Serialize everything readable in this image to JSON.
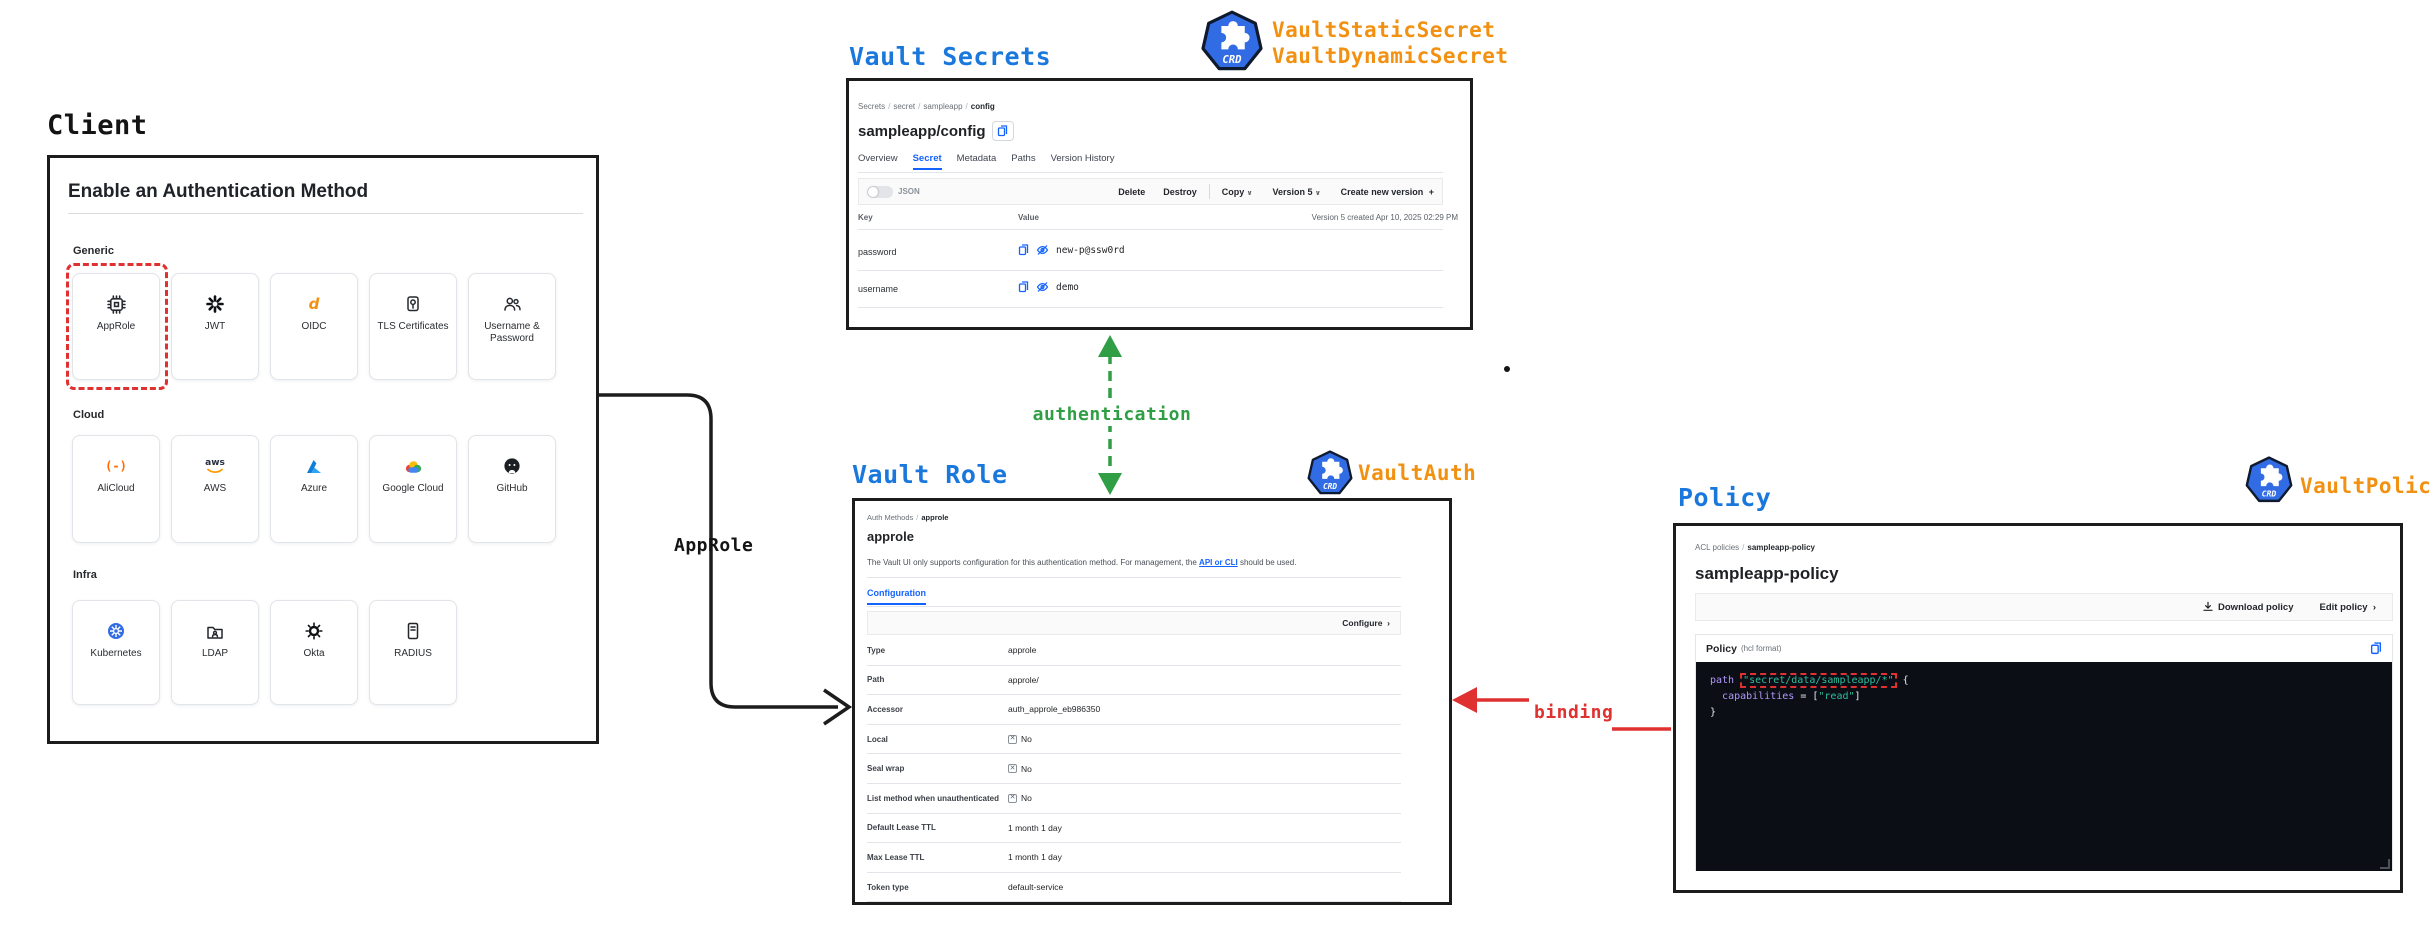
{
  "ui": {
    "slash": "/",
    "chevron_down": "∨",
    "chevron_right": "›",
    "plus": "+"
  },
  "diagram": {
    "client_title": "Client",
    "secrets_title": "Vault Secrets",
    "role_title": "Vault Role",
    "policy_title": "Policy",
    "crd_badge": "CRD",
    "crd_labels": {
      "static_secret": "VaultStaticSecret",
      "dynamic_secret": "VaultDynamicSecret",
      "auth": "VaultAuth",
      "policy": "VaultPolicy"
    },
    "arrows": {
      "approle_label": "AppRole",
      "authentication_label": "authentication",
      "binding_label": "binding"
    },
    "colors": {
      "title_blue": "#1a78dd",
      "crd_orange": "#f29111",
      "auth_green": "#2f9e44",
      "binding_red": "#e03131",
      "k8s_blue": "#326ce5",
      "vault_link_blue": "#1563ff"
    }
  },
  "client": {
    "heading": "Enable an Authentication Method",
    "sections": [
      {
        "label": "Generic",
        "cards": [
          {
            "label": "AppRole",
            "icon": "chip-icon"
          },
          {
            "label": "JWT",
            "icon": "burst-icon"
          },
          {
            "label": "OIDC",
            "icon": "openid-icon"
          },
          {
            "label": "TLS Certificates",
            "icon": "certificate-icon"
          },
          {
            "label": "Username & Password",
            "icon": "users-icon"
          }
        ]
      },
      {
        "label": "Cloud",
        "cards": [
          {
            "label": "AliCloud",
            "icon": "alicloud-icon"
          },
          {
            "label": "AWS",
            "icon": "aws-icon"
          },
          {
            "label": "Azure",
            "icon": "azure-icon"
          },
          {
            "label": "Google Cloud",
            "icon": "google-cloud-icon"
          },
          {
            "label": "GitHub",
            "icon": "github-icon"
          }
        ]
      },
      {
        "label": "Infra",
        "cards": [
          {
            "label": "Kubernetes",
            "icon": "kubernetes-icon"
          },
          {
            "label": "LDAP",
            "icon": "folder-user-icon"
          },
          {
            "label": "Okta",
            "icon": "okta-icon"
          },
          {
            "label": "RADIUS",
            "icon": "server-doc-icon"
          }
        ]
      }
    ],
    "aws_word": "aws",
    "alicloud_glyph": "(-)",
    "oidc_glyph": "d"
  },
  "secrets_panel": {
    "breadcrumb": [
      "Secrets",
      "secret",
      "sampleapp",
      "config"
    ],
    "title": "sampleapp/config",
    "tabs": [
      "Overview",
      "Secret",
      "Metadata",
      "Paths",
      "Version History"
    ],
    "active_tab": "Secret",
    "toolbar": {
      "json_label": "JSON",
      "delete": "Delete",
      "destroy": "Destroy",
      "copy": "Copy",
      "version": "Version 5",
      "create": "Create new version"
    },
    "table": {
      "key_header": "Key",
      "value_header": "Value",
      "version_note": "Version 5 created Apr 10, 2025 02:29 PM",
      "rows": [
        {
          "key": "password",
          "value": "new-p@ssw0rd"
        },
        {
          "key": "username",
          "value": "demo"
        }
      ]
    }
  },
  "role_panel": {
    "breadcrumb": [
      "Auth Methods",
      "approle"
    ],
    "title": "approle",
    "description_1": "The Vault UI only supports configuration for this authentication method. For management, the ",
    "description_link": "API or CLI",
    "description_2": " should be used.",
    "tab": "Configuration",
    "configure": "Configure",
    "rows": [
      {
        "label": "Type",
        "value": "approle"
      },
      {
        "label": "Path",
        "value": "approle/"
      },
      {
        "label": "Accessor",
        "value": "auth_approle_eb986350"
      },
      {
        "label": "Local",
        "value": "No",
        "checkbox": true
      },
      {
        "label": "Seal wrap",
        "value": "No",
        "checkbox": true
      },
      {
        "label": "List method when unauthenticated",
        "value": "No",
        "checkbox": true
      },
      {
        "label": "Default Lease TTL",
        "value": "1 month 1 day"
      },
      {
        "label": "Max Lease TTL",
        "value": "1 month 1 day"
      },
      {
        "label": "Token type",
        "value": "default-service"
      }
    ]
  },
  "policy_panel": {
    "breadcrumb": [
      "ACL policies",
      "sampleapp-policy"
    ],
    "title": "sampleapp-policy",
    "download_label": "Download policy",
    "edit_label": "Edit policy",
    "section_title": "Policy",
    "section_format": "(hcl format)",
    "code": {
      "l1_kw": "path ",
      "l1_str": "\"secret/data/sampleapp/*\"",
      "l1_end": " {",
      "l2_indent": "  ",
      "l2_kw": "capabilities",
      "l2_mid": " = [",
      "l2_str": "\"read\"",
      "l2_end": "]",
      "l3": "}"
    }
  }
}
